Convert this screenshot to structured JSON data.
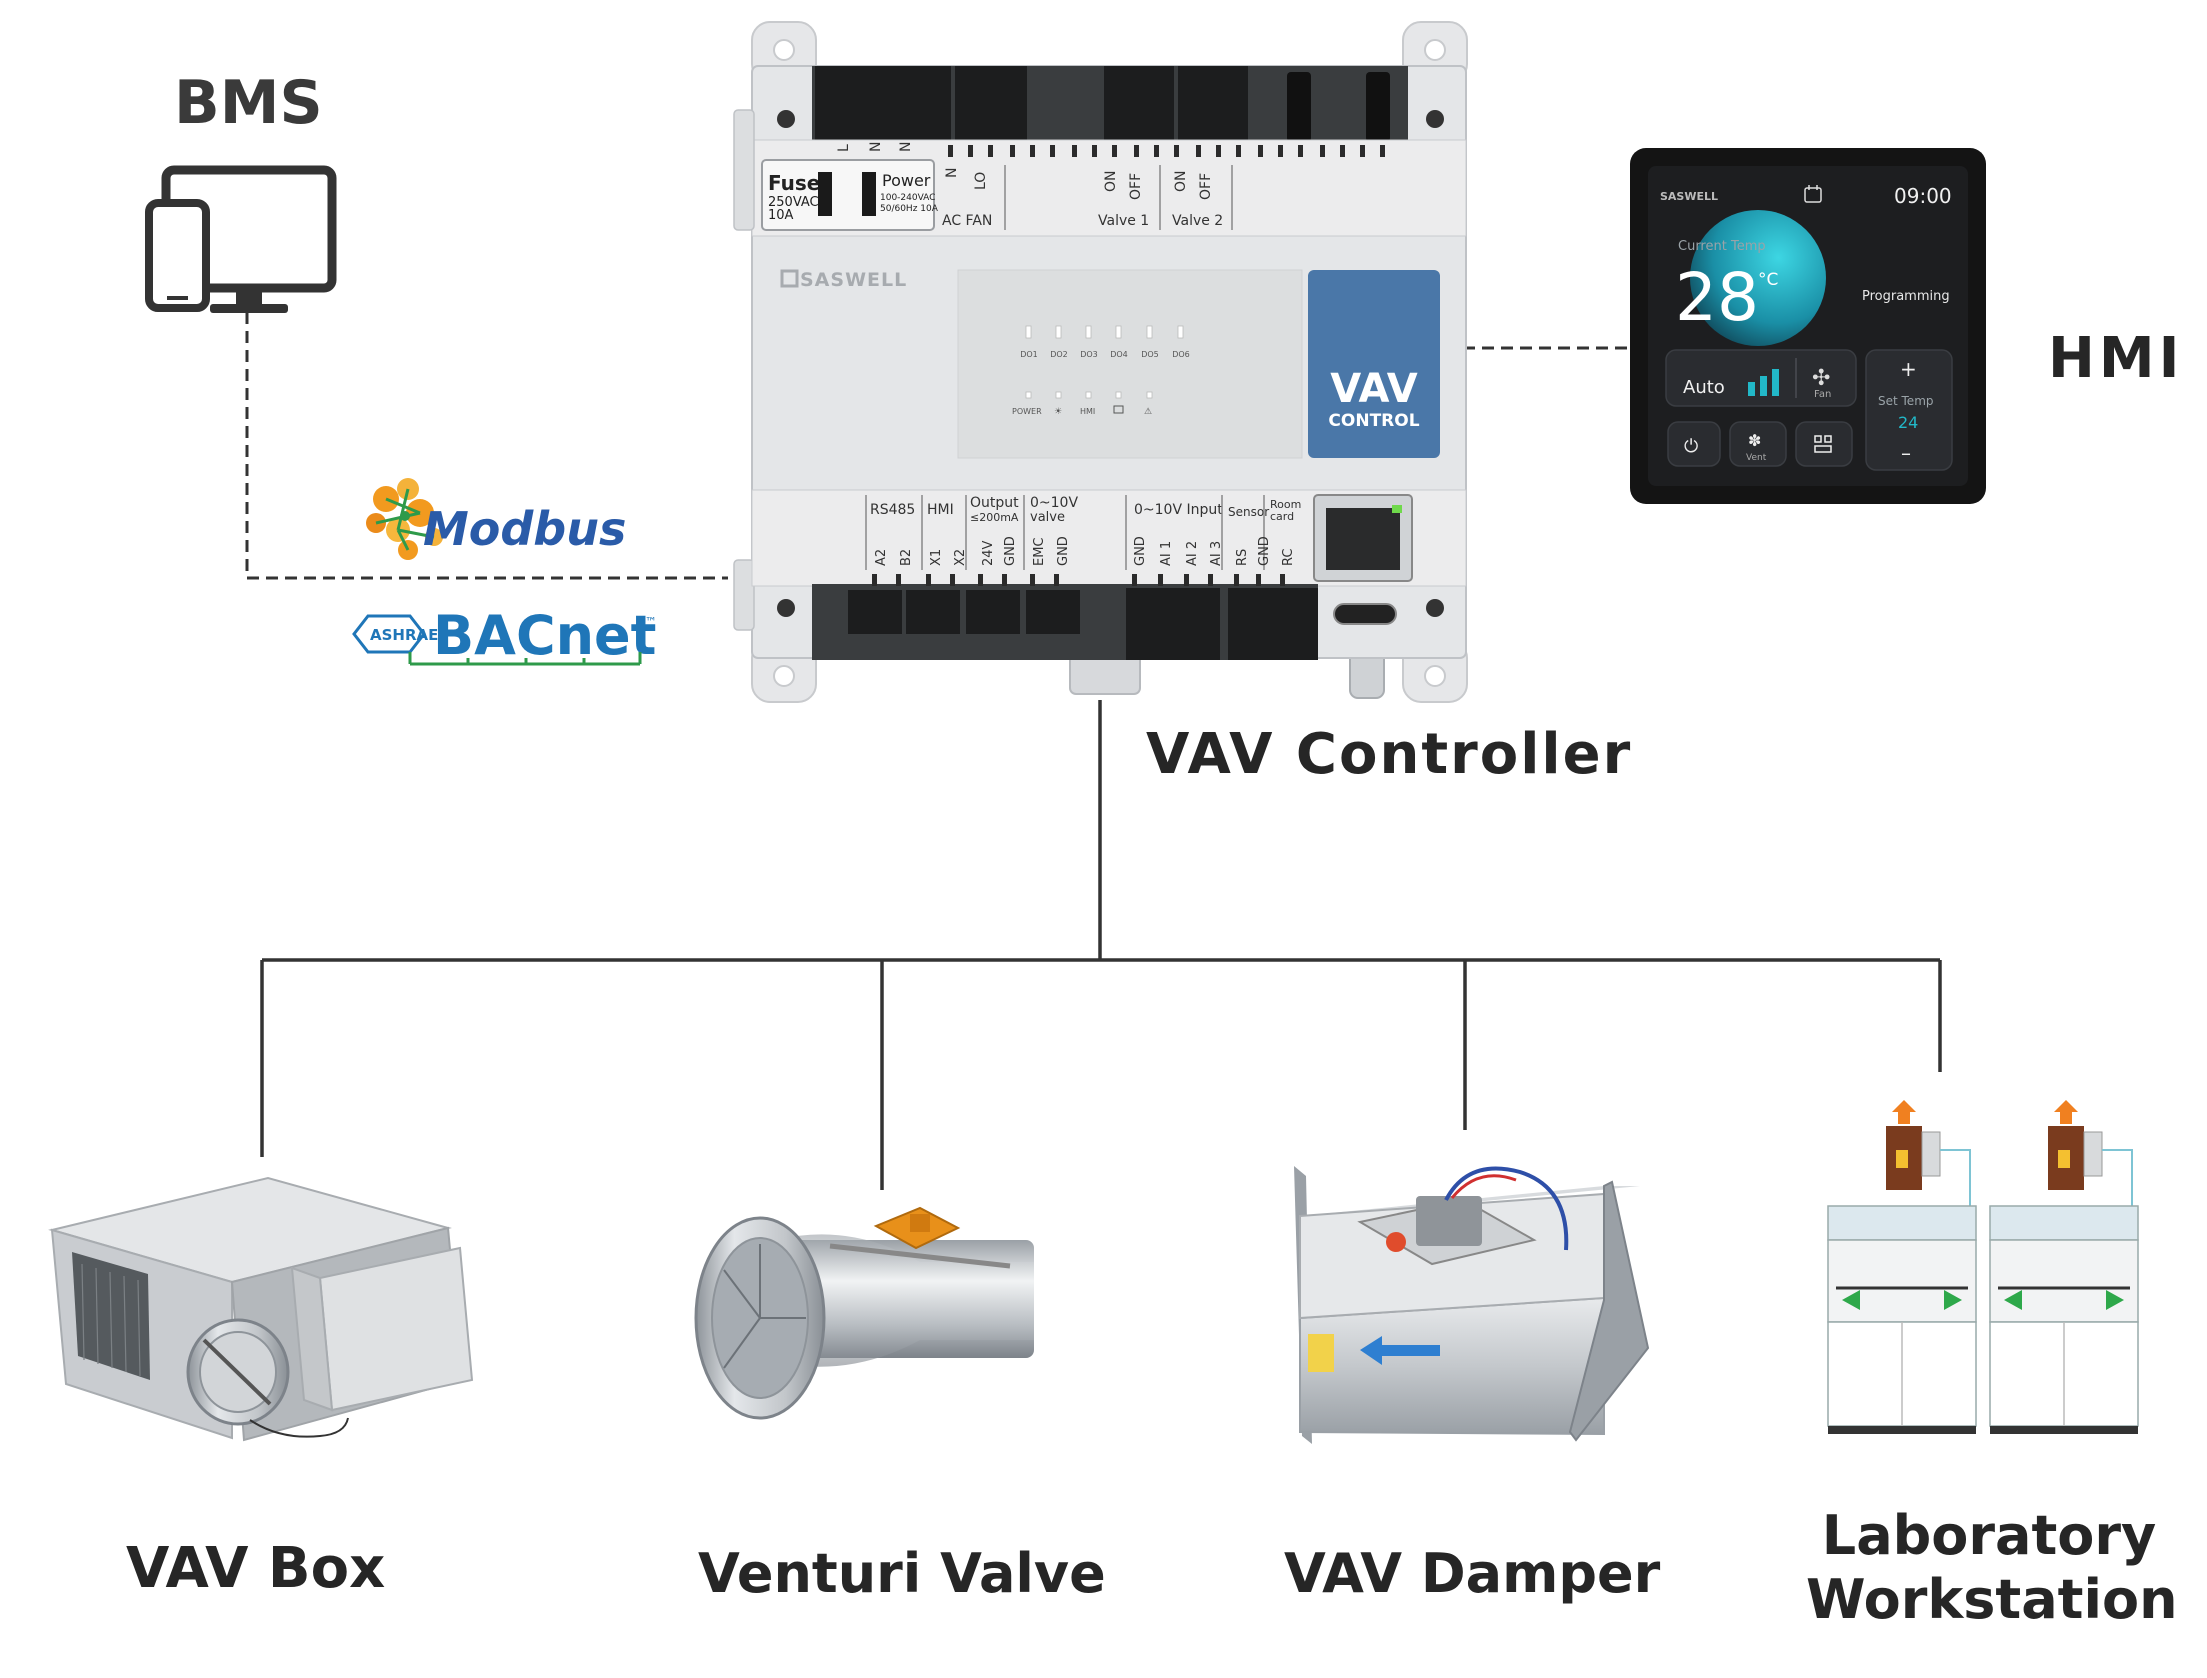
{
  "labels": {
    "bms": "BMS",
    "hmi": "HMI",
    "controller": "VAV Controller",
    "vav_box": "VAV Box",
    "venturi_valve": "Venturi Valve",
    "vav_damper": "VAV Damper",
    "lab_line1": "Laboratory",
    "lab_line2": "Workstation"
  },
  "protocols": {
    "modbus": "Modbus",
    "ashrae": "ASHRAE",
    "bacnet": "BACnet",
    "tm": "™"
  },
  "controller": {
    "brand": "SASWELL",
    "badge_line1": "VAV",
    "badge_line2": "CONTROL",
    "fuse_title": "Fuse",
    "fuse_spec1": "250VAC",
    "fuse_spec2": "10A",
    "power_title": "Power",
    "power_spec1": "100-240VAC",
    "power_spec2": "50/60Hz 10A",
    "term_l": "L",
    "term_n1": "N",
    "term_n2": "N",
    "term_n3": "N",
    "term_lo": "LO",
    "ac_fan": "AC FAN",
    "on1": "ON",
    "off1": "OFF",
    "on2": "ON",
    "off2": "OFF",
    "valve1": "Valve 1",
    "valve2": "Valve 2",
    "do_labels": [
      "DO1",
      "DO2",
      "DO3",
      "DO4",
      "DO5",
      "DO6"
    ],
    "power_led": "POWER",
    "hmi_led": "HMI",
    "rs485": "RS485",
    "hmi_port": "HMI",
    "output": "Output",
    "output_spec": "≤200mA",
    "v010_valve1": "0~10V",
    "v010_valve2": "valve",
    "input_010": "0~10V Input",
    "sensor": "Sensor",
    "room1": "Room",
    "room2": "card",
    "bottom_terms": [
      "A2",
      "B2",
      "X1",
      "X2",
      "24V",
      "GND",
      "EMC",
      "GND",
      "GND",
      "AI 1",
      "AI 2",
      "AI 3",
      "RS",
      "GND",
      "RC"
    ]
  },
  "hmi_screen": {
    "brand": "SASWELL",
    "time": "09:00",
    "current_temp_label": "Current Temp",
    "current_temp": "28",
    "unit": "°C",
    "programming": "Programming",
    "mode": "Auto",
    "fan": "Fan",
    "set_temp_label": "Set Temp",
    "set_temp": "24",
    "plus": "+",
    "minus": "–",
    "vent": "Vent"
  },
  "colors": {
    "label": "#262626",
    "line": "#333333",
    "badge": "#4a77a8",
    "hmi_bg": "#141414",
    "teal": "#22b8c8",
    "modbus_blue": "#2a5ba8",
    "modbus_orange": "#f29a1f",
    "bacnet_blue": "#1f76b8",
    "bacnet_green": "#2e9a4a"
  }
}
